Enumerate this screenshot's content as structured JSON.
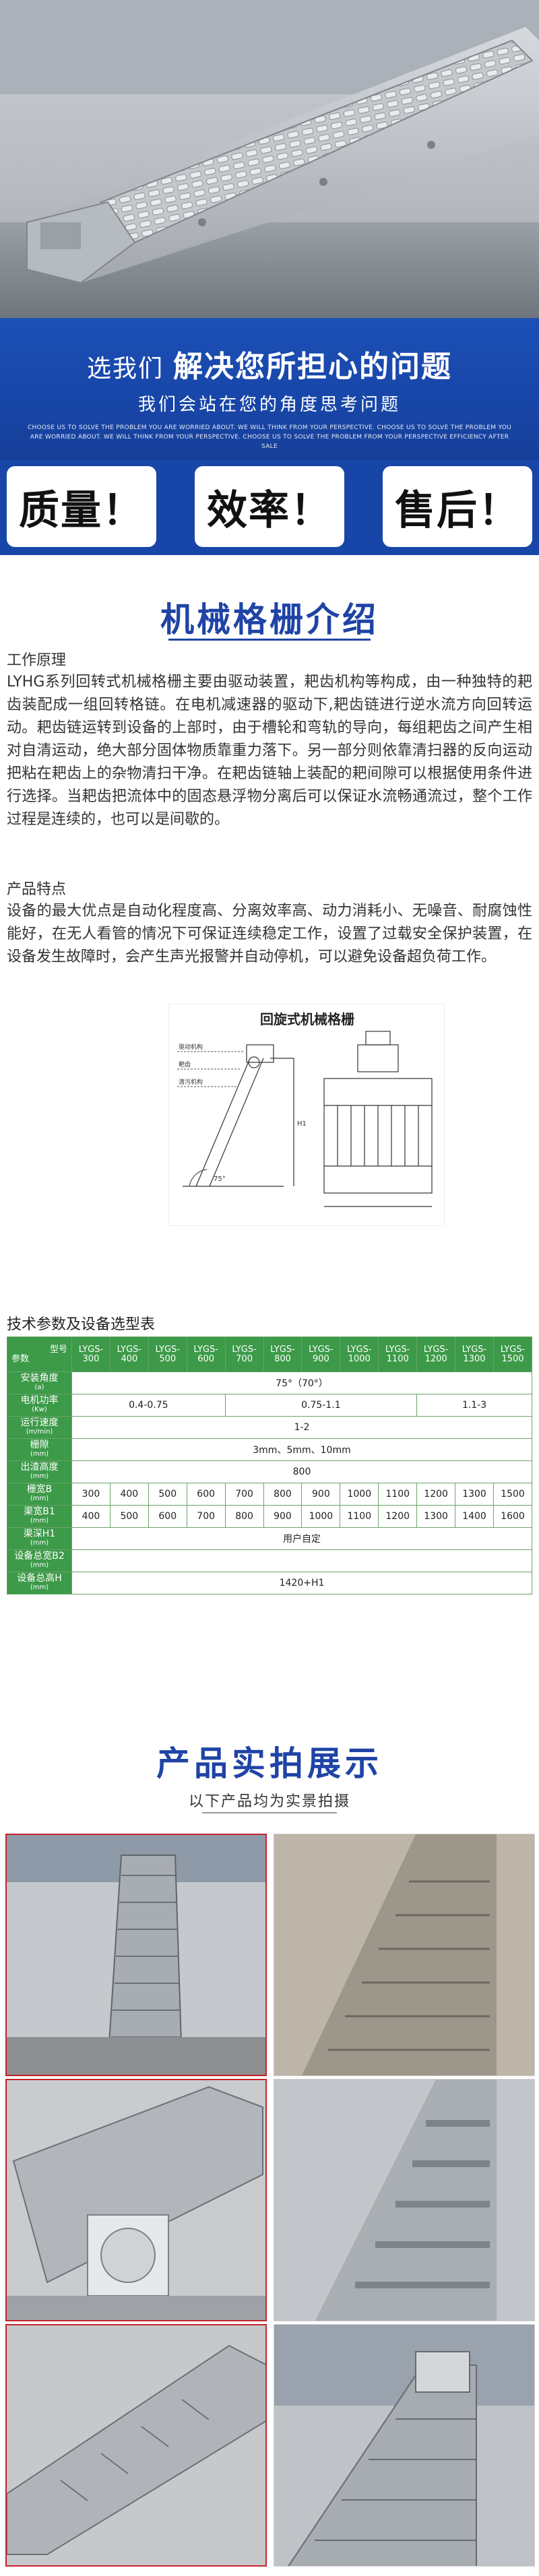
{
  "banner": {
    "lead": "选我们",
    "headline": "解决您所担心的问题",
    "subline": "我们会站在您的角度思考问题",
    "fine_print": "CHOOSE US TO SOLVE THE PROBLEM YOU ARE WORRIED ABOUT. WE WILL THINK FROM YOUR PERSPECTIVE. CHOOSE US TO SOLVE THE PROBLEM YOU ARE WORRIED ABOUT. WE WILL THINK FROM YOUR PERSPECTIVE. CHOOSE US TO SOLVE THE PROBLEM FROM YOUR PERSPECTIVE EFFICIENCY AFTER SALE"
  },
  "badges": [
    "质量！",
    "效率！",
    "售后！"
  ],
  "intro": {
    "title": "机械格栅介绍",
    "principle_head": "工作原理",
    "principle_text": "LYHG系列回转式机械格栅主要由驱动装置，耙齿机构等构成，由一种独特的耙齿装配成一组回转格链。在电机减速器的驱动下,耙齿链进行逆水流方向回转运动。耙齿链运转到设备的上部时，由于槽轮和弯轨的导向，每组耙齿之间产生相对自清运动，绝大部分固体物质靠重力落下。另一部分则依靠清扫器的反向运动把粘在耙齿上的杂物清扫干净。在耙齿链轴上装配的耙间隙可以根据使用条件进行选择。当耙齿把流体中的固态悬浮物分离后可以保证水流畅通流过，整个工作过程是连续的，也可以是间歇的。",
    "features_head": "产品特点",
    "features_text": "设备的最大优点是自动化程度高、分离效率高、动力消耗小、无噪音、耐腐蚀性能好，在无人看管的情况下可保证连续稳定工作，设置了过载安全保护装置，在设备发生故障时，会产生声光报警并自动停机，可以避免设备超负荷工作。"
  },
  "drawing": {
    "title": "回旋式机械格栅",
    "labels": [
      "驱动机构",
      "耙齿",
      "清污机构",
      "75°",
      "H1"
    ]
  },
  "spec": {
    "caption": "技术参数及设备选型表",
    "corner_top": "型号",
    "corner_bottom": "参数",
    "models": [
      "LYGS-300",
      "LYGS-400",
      "LYGS-500",
      "LYGS-600",
      "LYGS-700",
      "LYGS-800",
      "LYGS-900",
      "LYGS-1000",
      "LYGS-1100",
      "LYGS-1200",
      "LYGS-1300",
      "LYGS-1500"
    ],
    "rows": [
      {
        "label": "安装角度",
        "unit": "(a)",
        "type": "span",
        "value": "75°（70°）"
      },
      {
        "label": "电机功率",
        "unit": "(Kw)",
        "type": "groups",
        "groups": [
          {
            "span": 4,
            "value": "0.4-0.75"
          },
          {
            "span": 5,
            "value": "0.75-1.1"
          },
          {
            "span": 3,
            "value": "1.1-3"
          }
        ]
      },
      {
        "label": "运行速度",
        "unit": "(m/min)",
        "type": "span",
        "value": "1-2"
      },
      {
        "label": "栅隙",
        "unit": "(mm)",
        "type": "span",
        "value": "3mm、5mm、10mm"
      },
      {
        "label": "出渣高度",
        "unit": "(mm)",
        "type": "span",
        "value": "800"
      },
      {
        "label": "栅宽B",
        "unit": "(mm)",
        "type": "cells",
        "values": [
          "300",
          "400",
          "500",
          "600",
          "700",
          "800",
          "900",
          "1000",
          "1100",
          "1200",
          "1300",
          "1500"
        ]
      },
      {
        "label": "渠宽B1",
        "unit": "(mm)",
        "type": "cells",
        "values": [
          "400",
          "500",
          "600",
          "700",
          "800",
          "900",
          "1000",
          "1100",
          "1200",
          "1300",
          "1400",
          "1600"
        ]
      },
      {
        "label": "渠深H1",
        "unit": "(mm)",
        "type": "span",
        "value": "用户自定"
      },
      {
        "label": "设备总宽B2",
        "unit": "(mm)",
        "type": "span",
        "value": ""
      },
      {
        "label": "设备总高H",
        "unit": "(mm)",
        "type": "span",
        "value": "1420+H1"
      }
    ]
  },
  "gallery": {
    "title": "产品实拍展示",
    "subtitle": "以下产品均为实景拍摄"
  },
  "colors": {
    "brand_blue": "#1846a8",
    "title_blue": "#1f44a6",
    "table_green": "#3c9a48"
  }
}
